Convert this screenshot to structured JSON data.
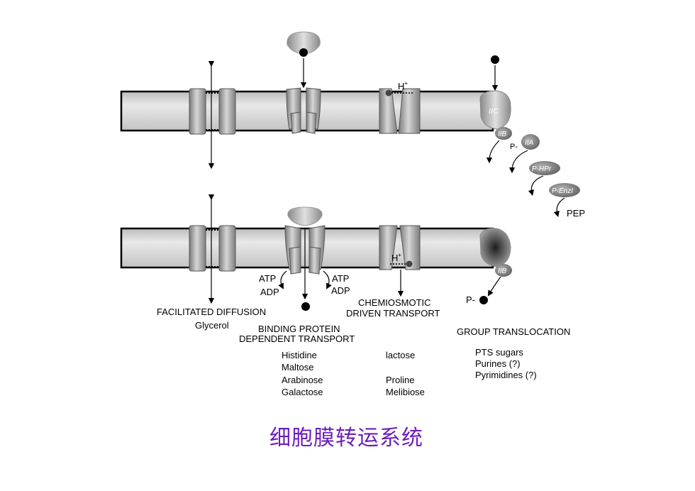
{
  "membrane_labels": {
    "h_plus_top": "H",
    "h_plus_bottom": "H",
    "iic": "IIC",
    "iib_top": "IIB",
    "iia": "IIA",
    "p_hpr": "P-HPr",
    "p_enzi": "P-EnzI",
    "pep": "PEP",
    "p_dash_top": "P-",
    "iib_bottom": "IIB",
    "p_dash_bottom": "P-",
    "atp_left": "ATP",
    "adp_left": "ADP",
    "atp_right": "ATP",
    "adp_right": "ADP"
  },
  "sections": {
    "facilitated": {
      "title": "FACILITATED DIFFUSION",
      "examples": [
        "Glycerol"
      ]
    },
    "binding": {
      "title_line1": "BINDING PROTEIN",
      "title_line2": "DEPENDENT TRANSPORT",
      "examples": [
        "Histidine",
        "Maltose",
        "Arabinose",
        "Galactose"
      ]
    },
    "chemiosmotic": {
      "title_line1": "CHEMIOSMOTIC",
      "title_line2": "DRIVEN TRANSPORT",
      "examples": [
        "lactose",
        "",
        "Proline",
        "Melibiose"
      ]
    },
    "group": {
      "title": "GROUP TRANSLOCATION",
      "examples": [
        "PTS sugars",
        "Purines (?)",
        "Pyrimidines (?)"
      ]
    }
  },
  "caption": "细胞膜转运系统",
  "colors": {
    "caption": "#6b1fb8",
    "membrane_fill": "#d4d4d4",
    "protein": "#8c8c8c"
  }
}
